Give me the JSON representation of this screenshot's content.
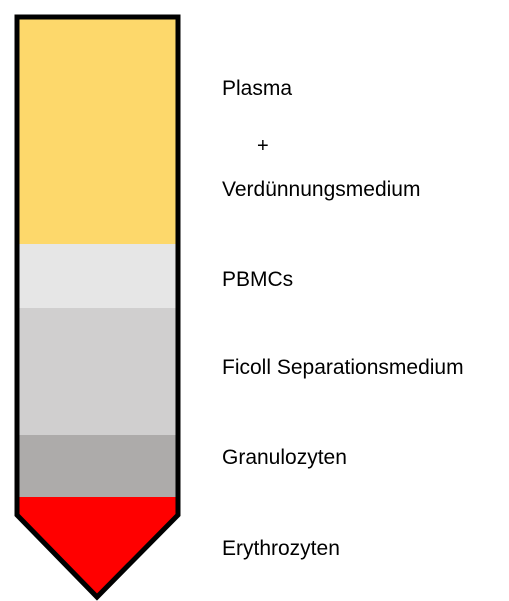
{
  "tube": {
    "layers": [
      {
        "id": "plasma",
        "color": "#FDD86B"
      },
      {
        "id": "pbmcs",
        "color": "#E6E6E6"
      },
      {
        "id": "ficoll",
        "color": "#D0CFCF"
      },
      {
        "id": "granulozyten",
        "color": "#ADABAA"
      },
      {
        "id": "erythrozyten",
        "color": "#FF0000"
      }
    ],
    "outline_color": "#000000"
  },
  "labels": {
    "plasma": "Plasma",
    "plus": "+",
    "medium": "Verdünnungsmedium",
    "pbmcs": "PBMCs",
    "ficoll": "Ficoll Separationsmedium",
    "granulozyten": "Granulozyten",
    "erythrozyten": "Erythrozyten"
  }
}
